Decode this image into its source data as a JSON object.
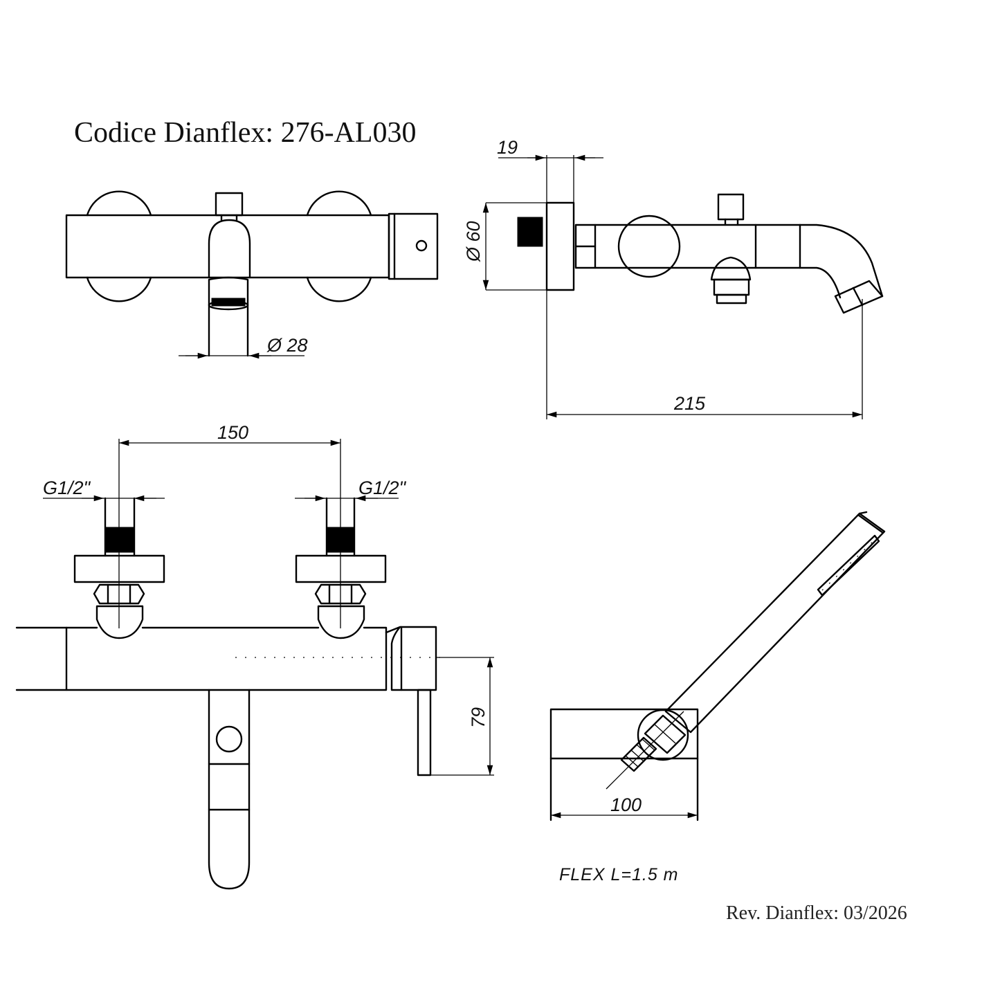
{
  "header": {
    "code_label": "Codice Dianflex: 276-AL030"
  },
  "footer": {
    "revision_label": "Rev. Dianflex: 03/2026"
  },
  "dimensions": {
    "spout_diameter": "Ø 28",
    "body_diameter": "Ø 60",
    "wall_offset": "19",
    "projection": "215",
    "inlet_spacing": "150",
    "inlet_left_thread": "G1/2\"",
    "inlet_right_thread": "G1/2\"",
    "lever_height": "79",
    "holder_width": "100"
  },
  "notes": {
    "flex_hose": "FLEX  L=1.5  m"
  }
}
